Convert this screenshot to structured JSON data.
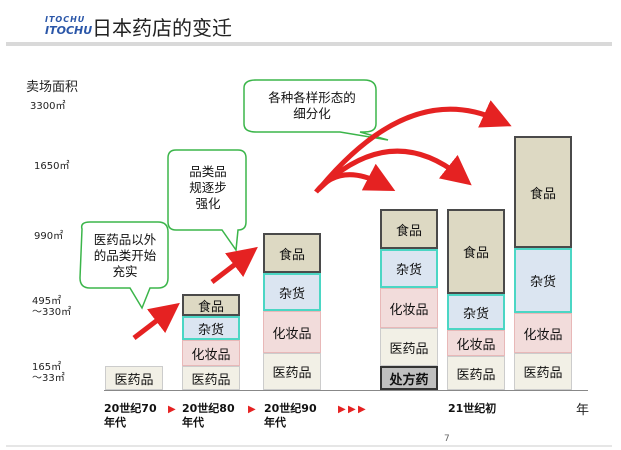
{
  "header": {
    "logo_top": "ITOCHU",
    "logo_main": "ITOCHU",
    "title": "日本药店的变迁"
  },
  "y_axis": {
    "title": "卖场面积",
    "ticks": [
      {
        "label": "3300㎡"
      },
      {
        "label": "1650㎡"
      },
      {
        "label": "990㎡"
      },
      {
        "label": "495㎡\n～330㎡"
      },
      {
        "label": "165㎡\n～33㎡"
      }
    ]
  },
  "x_axis": {
    "unit": "年",
    "labels": [
      "20世纪70\n年代",
      "20世纪80\n年代",
      "20世纪90\n年代",
      "21世纪初"
    ],
    "arrow_glyph": "▶"
  },
  "callouts": [
    {
      "text": "医药品以外\n的品类开始\n充实"
    },
    {
      "text": "品类品\n规逐步\n强化"
    },
    {
      "text": "各种各样形态的\n细分化"
    }
  ],
  "blocks": {
    "food": "食品",
    "misc": "杂货",
    "cosmetics": "化妆品",
    "medicine": "医药品",
    "prescription": "处方药"
  },
  "colors": {
    "food": "#ddd9c3",
    "misc": "#dbe5f1",
    "cosmetics": "#f2dcdb",
    "medicine": "#f2f0e6",
    "prescription": "#bfbfbf",
    "arrow": "#e52222",
    "callout_border": "#3bb54a"
  },
  "page_number": "7"
}
